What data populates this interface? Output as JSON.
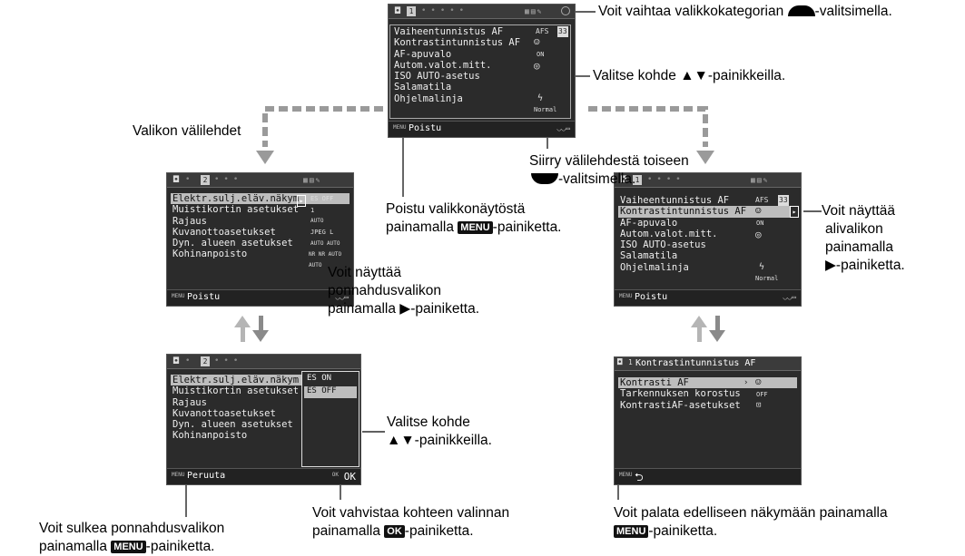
{
  "screens": {
    "main": {
      "tab_num": "1",
      "items": [
        "Vaiheentunnistus AF",
        "Kontrastintunnistus AF",
        "AF-apuvalo",
        "Autom.valot.mitt.",
        "ISO AUTO-asetus",
        "Salamatila",
        "Ohjelmalinja"
      ],
      "values": [
        "AFS",
        "33",
        "",
        "ON",
        "",
        "",
        "Normal"
      ],
      "menu_label": "MENU",
      "bottom_text": "Poistu"
    },
    "left": {
      "tab_num": "2",
      "items": [
        "Elektr.sulj.eläv.näkym",
        "Muistikortin asetukset",
        "Rajaus",
        "Kuvanottoasetukset",
        "Dyn. alueen asetukset",
        "Kohinanpoisto"
      ],
      "values": [
        "ES OFF",
        "1",
        "AUTO",
        "JPEG L",
        "AUTO AUTO",
        "NR NR AUTO AUTO"
      ],
      "menu_label": "MENU",
      "bottom_text": "Poistu"
    },
    "right": {
      "tab_num": "1",
      "items": [
        "Vaiheentunnistus AF",
        "Kontrastintunnistus AF",
        "AF-apuvalo",
        "Autom.valot.mitt.",
        "ISO AUTO-asetus",
        "Salamatila",
        "Ohjelmalinja"
      ],
      "values": [
        "AFS",
        "33",
        "ON",
        "",
        "",
        "",
        "Normal"
      ],
      "menu_label": "MENU",
      "bottom_text": "Poistu"
    },
    "popup": {
      "tab_num": "2",
      "items": [
        "Elektr.sulj.eläv.näkym",
        "Muistikortin asetukset",
        "Rajaus",
        "Kuvanottoasetukset",
        "Dyn. alueen asetukset",
        "Kohinanpoisto"
      ],
      "popup_items": [
        "ES ON",
        "ES OFF"
      ],
      "menu_label": "MENU",
      "bottom_text": "Peruuta",
      "ok_small": "OK",
      "ok_text": "OK"
    },
    "submenu": {
      "tab_num": "1",
      "title": "Kontrastintunnistus AF",
      "items": [
        "Kontrasti AF",
        "Tarkennuksen korostus",
        "KontrastiAF-asetukset"
      ],
      "values": [
        "",
        "OFF",
        ""
      ],
      "menu_label": "MENU"
    }
  },
  "annotations": {
    "category": {
      "before": "Voit vaihtaa valikkokategorian ",
      "after": "-valitsimella."
    },
    "select_top": "Valitse kohde ▲▼-painikkeilla.",
    "tabs": "Valikon välilehdet",
    "tab_switch_1": "Siirry välilehdestä toiseen",
    "tab_switch_2": "-valitsimella.",
    "exit_1": "Poistu valikkonäytöstä",
    "exit_2a": "painamalla ",
    "exit_2b": "-painiketta.",
    "popup_1": "Voit näyttää",
    "popup_2": "ponnahdusvalikon",
    "popup_3": "painamalla ▶-painiketta.",
    "sub_1": "Voit näyttää",
    "sub_2": "alivalikon",
    "sub_3": "painamalla",
    "sub_4": "▶-painiketta.",
    "select_mid_1": "Valitse kohde",
    "select_mid_2": "▲▼-painikkeilla.",
    "close_1": "Voit sulkea ponnahdusvalikon",
    "close_2a": "painamalla ",
    "close_2b": "-painiketta.",
    "confirm_1": "Voit vahvistaa kohteen valinnan",
    "confirm_2a": "painamalla ",
    "confirm_2b": "-painiketta.",
    "back_1": "Voit palata edelliseen näkymään painamalla",
    "back_2": "-painiketta.",
    "menu_badge": "MENU",
    "ok_badge": "OK"
  }
}
